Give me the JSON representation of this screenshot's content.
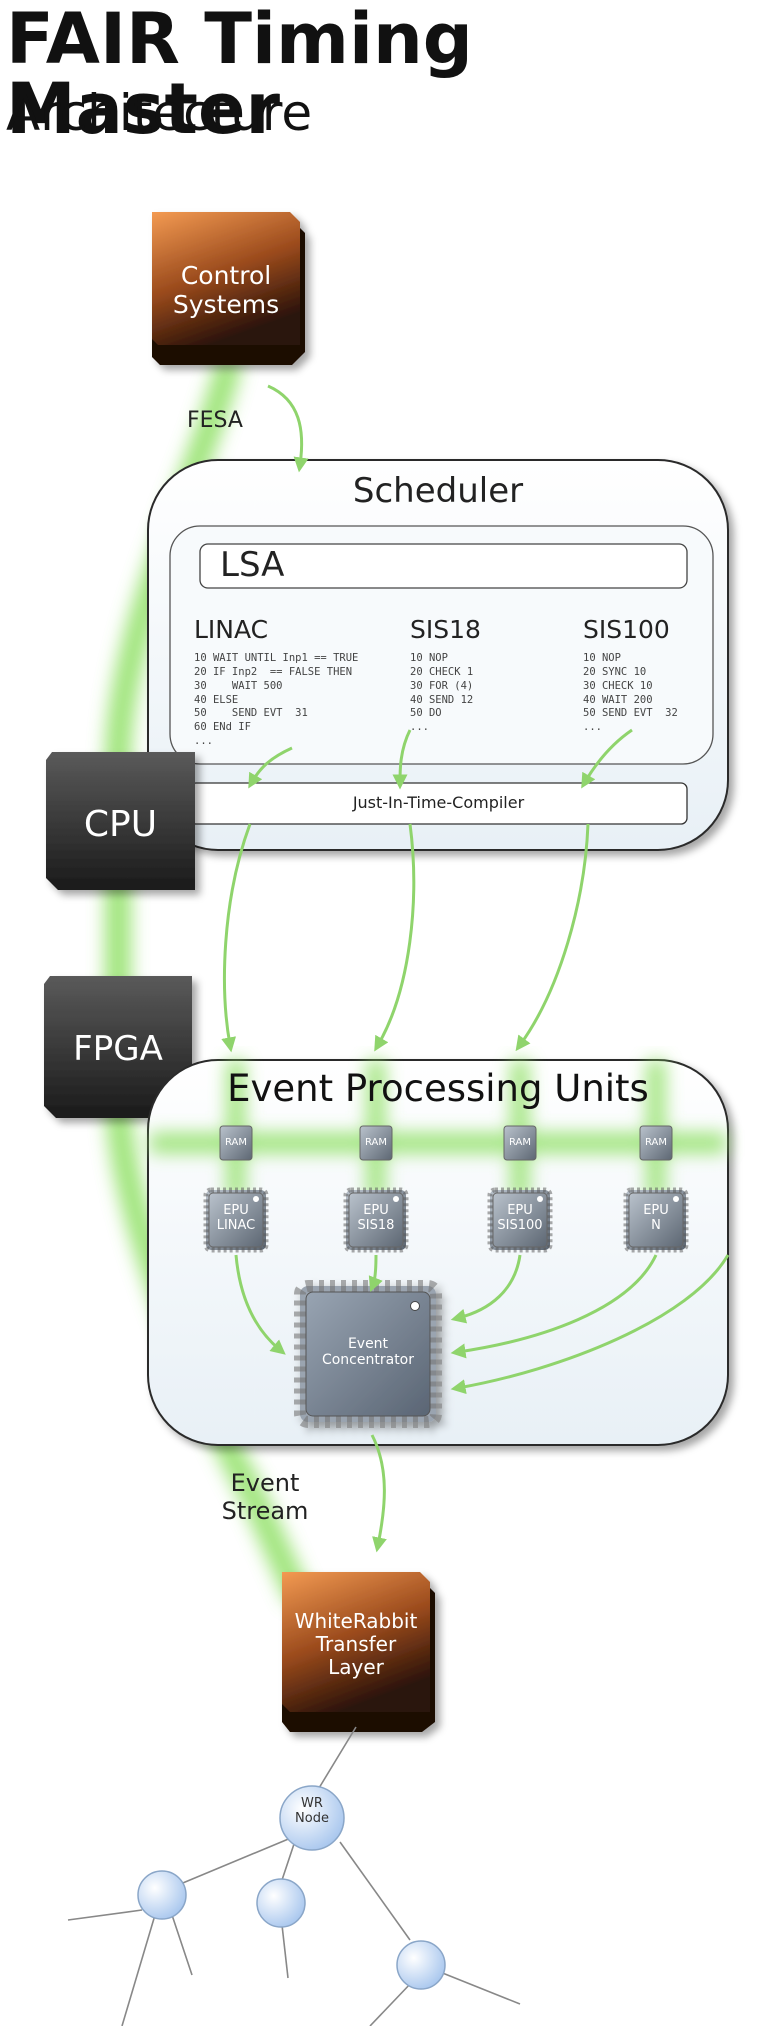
{
  "title": "FAIR Timing Master",
  "subtitle": "Architecture",
  "nodes": {
    "control_systems": "Control\nSystems",
    "fesa": "FESA",
    "scheduler": "Scheduler",
    "lsa": "LSA",
    "cpu": "CPU",
    "fpga": "FPGA",
    "jit": "Just-In-Time-Compiler",
    "epu_title": "Event Processing Units",
    "ram": "RAM",
    "event_concentrator": "Event\nConcentrator",
    "event_stream": "Event\nStream",
    "whiterabbit": "WhiteRabbit\nTransfer\nLayer",
    "wr_node": "WR\nNode"
  },
  "programs": [
    {
      "name": "LINAC",
      "code": [
        "10 WAIT UNTIL Inp1 == TRUE",
        "20 IF Inp2  == FALSE THEN",
        "30    WAIT 500",
        "40 ELSE",
        "50    SEND EVT  31",
        "60 ENd IF",
        "..."
      ]
    },
    {
      "name": "SIS18",
      "code": [
        "10 NOP",
        "20 CHECK 1",
        "30 FOR (4)",
        "40 SEND 12",
        "50 DO",
        "..."
      ]
    },
    {
      "name": "SIS100",
      "code": [
        "10 NOP",
        "20 SYNC 10",
        "30 CHECK 10",
        "40 WAIT 200",
        "50 SEND EVT  32",
        "..."
      ]
    }
  ],
  "epus": [
    "EPU\nLINAC",
    "EPU\nSIS18",
    "EPU\nSIS100",
    "EPU\nN"
  ],
  "colors": {
    "orange": "#e8843a",
    "green": "#8fdc6a",
    "dark": "#2a2a2a",
    "node": "#c8dcf4"
  }
}
